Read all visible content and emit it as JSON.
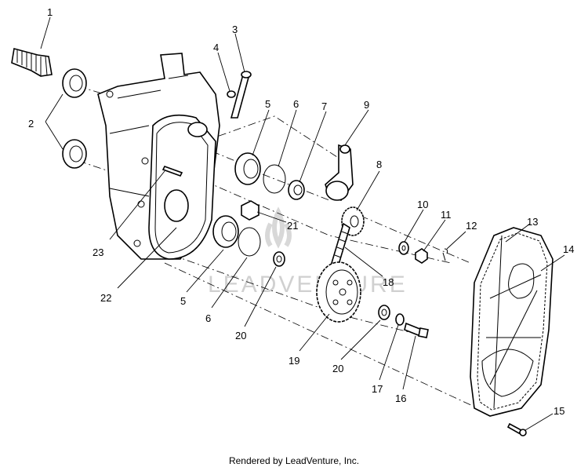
{
  "diagram": {
    "callouts": [
      {
        "id": "c1",
        "label": "1"
      },
      {
        "id": "c2",
        "label": "2"
      },
      {
        "id": "c3",
        "label": "3"
      },
      {
        "id": "c4",
        "label": "4"
      },
      {
        "id": "c5a",
        "label": "5"
      },
      {
        "id": "c6a",
        "label": "6"
      },
      {
        "id": "c7",
        "label": "7"
      },
      {
        "id": "c9",
        "label": "9"
      },
      {
        "id": "c8",
        "label": "8"
      },
      {
        "id": "c10",
        "label": "10"
      },
      {
        "id": "c11",
        "label": "11"
      },
      {
        "id": "c12",
        "label": "12"
      },
      {
        "id": "c13",
        "label": "13"
      },
      {
        "id": "c14",
        "label": "14"
      },
      {
        "id": "c21",
        "label": "21"
      },
      {
        "id": "c23",
        "label": "23"
      },
      {
        "id": "c22",
        "label": "22"
      },
      {
        "id": "c18",
        "label": "18"
      },
      {
        "id": "c5b",
        "label": "5"
      },
      {
        "id": "c6b",
        "label": "6"
      },
      {
        "id": "c20a",
        "label": "20"
      },
      {
        "id": "c19",
        "label": "19"
      },
      {
        "id": "c20b",
        "label": "20"
      },
      {
        "id": "c17",
        "label": "17"
      },
      {
        "id": "c16",
        "label": "16"
      },
      {
        "id": "c15",
        "label": "15"
      }
    ],
    "watermark": "LEADVENTURE"
  },
  "footer": {
    "credit": "Rendered by LeadVenture, Inc."
  }
}
